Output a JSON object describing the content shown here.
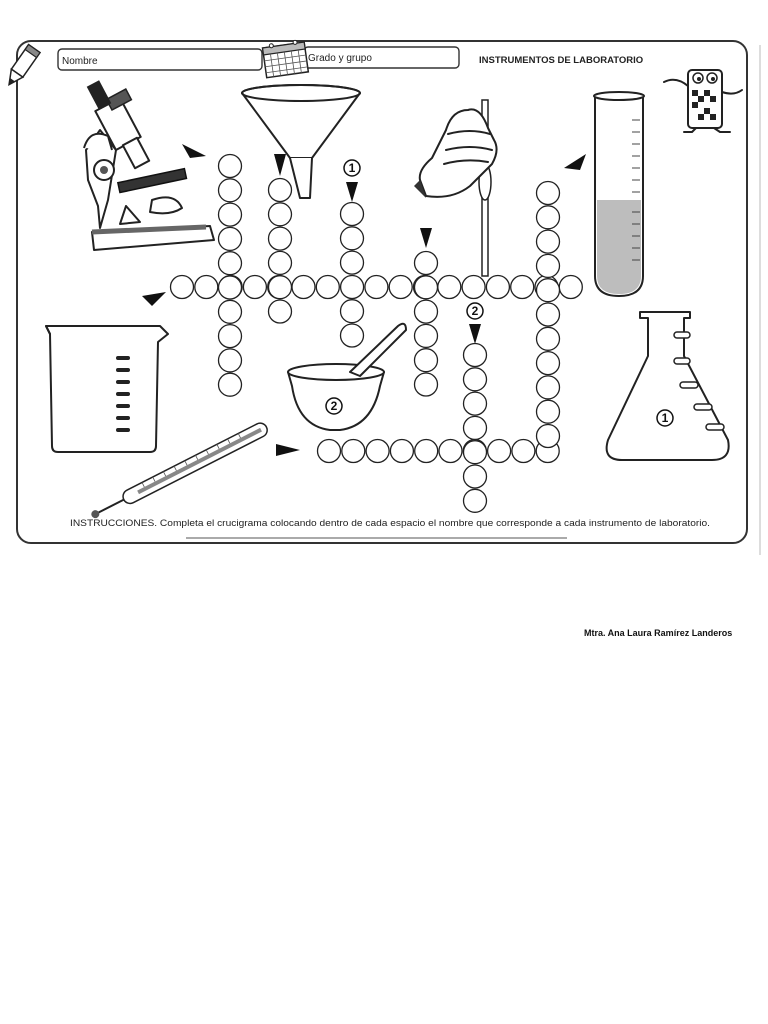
{
  "header": {
    "name_label": "Nombre",
    "group_label": "Grado y grupo",
    "title": "INSTRUMENTOS DE LABORATORIO"
  },
  "markers": {
    "one": "1",
    "two": "2"
  },
  "instructions": "INSTRUCCIONES. Completa el crucigrama colocando dentro de cada espacio el  nombre que corresponde a cada instrumento de laboratorio.",
  "author": "Mtra. Ana Laura Ramírez Landeros",
  "illustrations": [
    "microscope-icon",
    "funnel-icon",
    "pipette-icon",
    "test-tube-icon",
    "beaker-icon",
    "mortar-icon",
    "thermometer-icon",
    "erlenmeyer-flask-icon",
    "pencil-icon",
    "calendar-icon",
    "crossword-mascot-icon"
  ]
}
